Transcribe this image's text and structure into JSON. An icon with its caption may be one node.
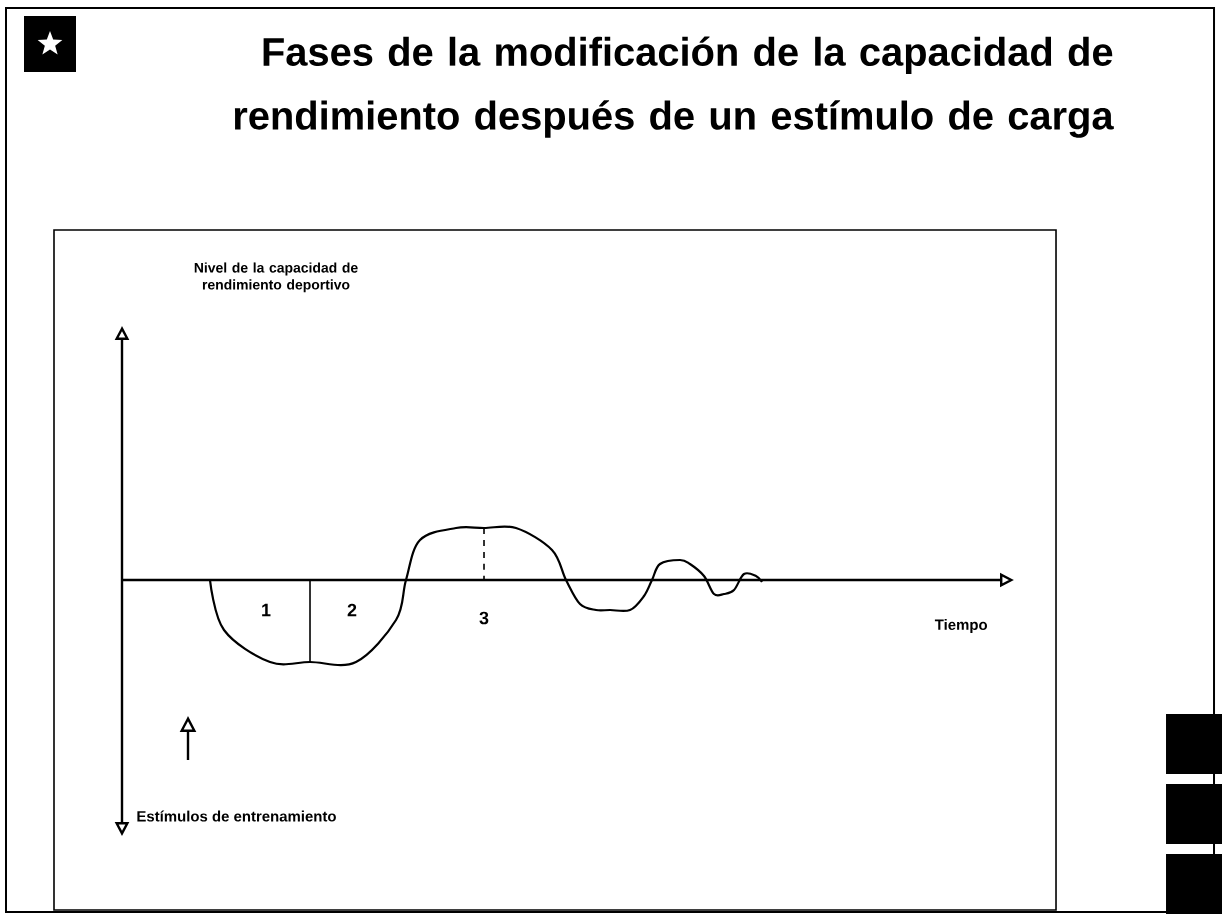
{
  "diagram": {
    "title": "Fases de la modificación de la capacidad de rendimiento después de un estímulo de carga",
    "labels": [
      "Nivel de la capacidad de rendimiento deportivo",
      "1",
      "2",
      "3",
      "Tiempo",
      "Estímulos de entrenamiento"
    ]
  }
}
